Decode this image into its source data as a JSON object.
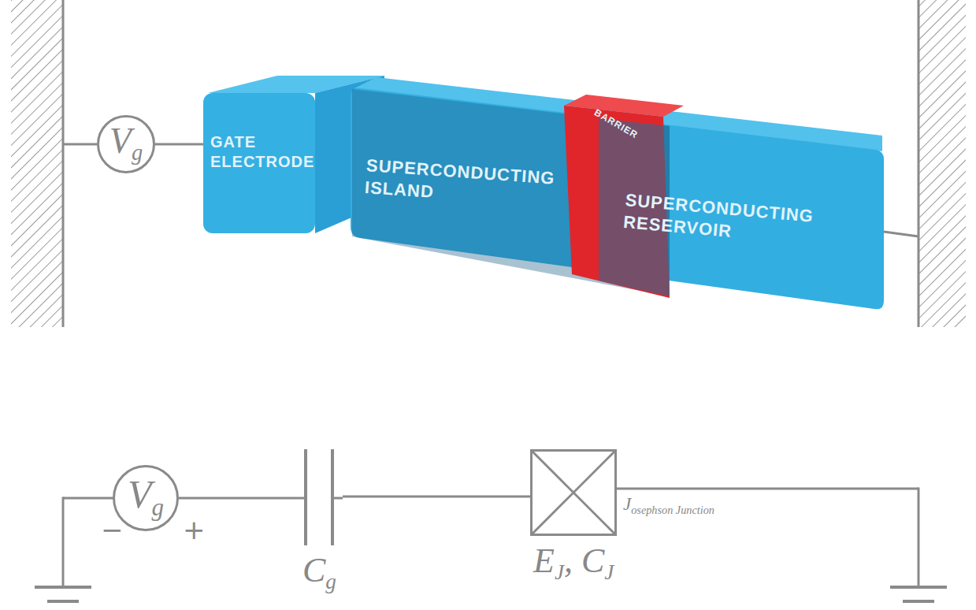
{
  "diagram": {
    "nodes": [
      {
        "text": [
          "Vg"
        ]
      },
      {
        "text": [
          "GATE ELECTRODE"
        ]
      },
      {
        "text": [
          "SUPERCONDUCTING ISLAND"
        ]
      },
      {
        "text": [
          "BARRIER"
        ]
      },
      {
        "text": [
          "SUPERCONDUCTING RESERVOIR"
        ]
      },
      {
        "text": [
          "Vg"
        ]
      },
      {
        "text": [
          "Cg"
        ]
      },
      {
        "text": [
          "EJ, CJ",
          "Josephson Junction"
        ]
      }
    ],
    "edges": [
      {
        "from": 0,
        "to": 1,
        "arrow": "none"
      },
      {
        "from": 5,
        "to": 6,
        "arrow": "none"
      },
      {
        "from": 6,
        "to": 7,
        "arrow": "none"
      }
    ],
    "labels": [
      "−",
      "+"
    ]
  }
}
